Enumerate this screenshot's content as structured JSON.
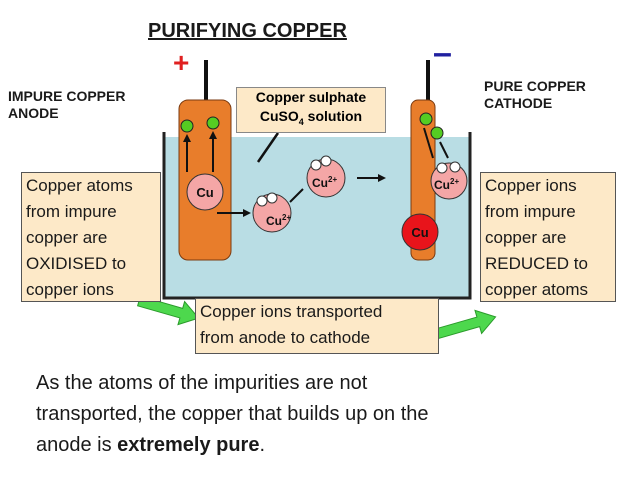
{
  "title": "PURIFYING COPPER",
  "anode_label": "IMPURE COPPER\nANODE",
  "cathode_label": "PURE COPPER\nCATHODE",
  "plus_sign": "+",
  "minus_sign": "–",
  "solution_label": {
    "line1": "Copper sulphate",
    "line2_prefix": "CuSO",
    "line2_sub": "4",
    "line2_suffix": " solution"
  },
  "ions": {
    "cu": "Cu",
    "cu2": "Cu",
    "cu2_charge": "2+"
  },
  "left_box": "Copper atoms\nfrom impure\ncopper are\nOXIDISED to\ncopper ions",
  "right_box": "Copper ions\nfrom impure\ncopper are\nREDUCED to\ncopper atoms",
  "middle_box": "Copper ions transported\nfrom anode to cathode",
  "bottom_text": {
    "main": "As the atoms of the impurities are not\ntransported, the copper that builds up on the\nanode is ",
    "bold": "extremely pure",
    "end": "."
  },
  "colors": {
    "electrode": "#e87d2b",
    "solution": "#b9dde4",
    "ion": "#f4a6a6",
    "impurity": "#55cc22",
    "arrow": "#4dd84d",
    "box": "#fde9c8"
  }
}
